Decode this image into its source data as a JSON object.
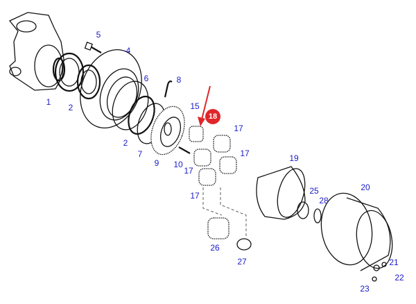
{
  "diagram": {
    "labels": [
      {
        "id": "p1",
        "text": "1"
      },
      {
        "id": "p2a",
        "text": "2"
      },
      {
        "id": "p5",
        "text": "5"
      },
      {
        "id": "p4",
        "text": "4"
      },
      {
        "id": "p6",
        "text": "6"
      },
      {
        "id": "p8",
        "text": "8"
      },
      {
        "id": "p15",
        "text": "15"
      },
      {
        "id": "p2b",
        "text": "2"
      },
      {
        "id": "p7",
        "text": "7"
      },
      {
        "id": "p9",
        "text": "9"
      },
      {
        "id": "p10",
        "text": "10"
      },
      {
        "id": "p17a",
        "text": "17"
      },
      {
        "id": "p17b",
        "text": "17"
      },
      {
        "id": "p17c",
        "text": "17"
      },
      {
        "id": "p17d",
        "text": "17"
      },
      {
        "id": "p19",
        "text": "19"
      },
      {
        "id": "p20",
        "text": "20"
      },
      {
        "id": "p25",
        "text": "25"
      },
      {
        "id": "p28",
        "text": "28"
      },
      {
        "id": "p26",
        "text": "26"
      },
      {
        "id": "p27",
        "text": "27"
      },
      {
        "id": "p21",
        "text": "21"
      },
      {
        "id": "p22",
        "text": "22"
      },
      {
        "id": "p23",
        "text": "23"
      }
    ],
    "highlight": {
      "text": "18",
      "color": "#e0262a"
    },
    "label_color": "#1a1ac8"
  }
}
